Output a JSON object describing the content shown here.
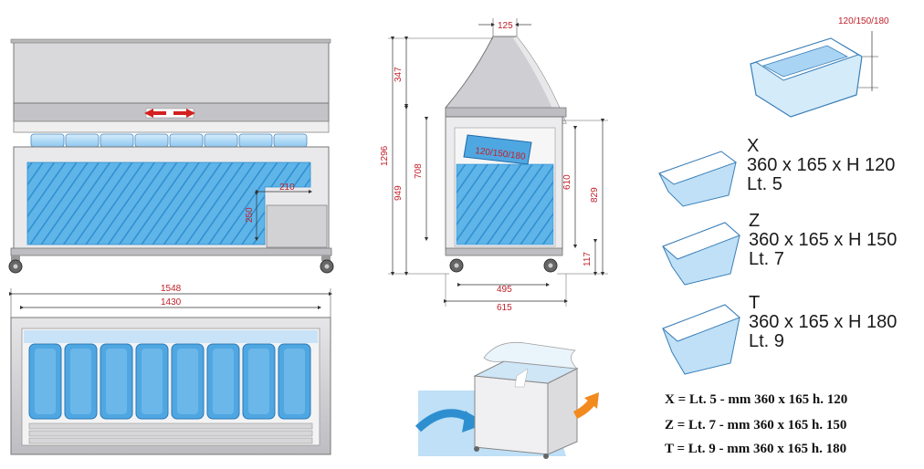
{
  "front_view": {
    "dim_depth": "210",
    "dim_height": "250"
  },
  "top_view": {
    "dim_outer": "1548",
    "dim_inner": "1430"
  },
  "side_view": {
    "dim_top": "125",
    "dim_canopy": "347",
    "dim_total": "1296",
    "dim_counter": "949",
    "dim_inner": "708",
    "dim_right_inner": "610",
    "dim_right_total": "829",
    "dim_legs": "117",
    "dim_inner_width": "495",
    "dim_outer_width": "615",
    "tray_label": "120/150/180"
  },
  "pan_diagram": {
    "dim_label": "120/150/180"
  },
  "pans": [
    {
      "code": "X",
      "size": "360 x 165 x H 120",
      "volume": "Lt. 5"
    },
    {
      "code": "Z",
      "size": "360 x 165 x H 150",
      "volume": "Lt. 7"
    },
    {
      "code": "T",
      "size": "360 x 165 x H 180",
      "volume": "Lt. 9"
    }
  ],
  "legend": [
    "X = Lt. 5 - mm 360 x 165 h. 120",
    "Z = Lt. 7 - mm 360 x 165 h. 150",
    "T = Lt. 9 - mm 360 x 165 h. 180"
  ],
  "colors": {
    "dimension": "#c0202a",
    "ice": "#5fb4e8",
    "frame": "#c9c9cc",
    "arrow_out": "#f28a1e"
  }
}
